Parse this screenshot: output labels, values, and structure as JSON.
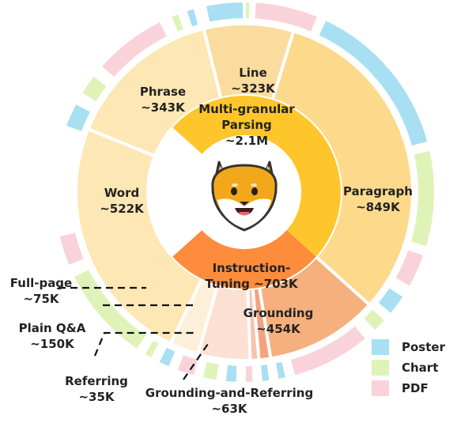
{
  "colors": {
    "poster": "#a8dff2",
    "chart": "#dff3b8",
    "pdf": "#fad3da",
    "core_gold": "#ffc62b",
    "instruction_orange": "#fd8c3c",
    "segment_light": "#fde7b4",
    "segment_mid": "#fadc9e",
    "segment_deep": "#fdd98c",
    "grounding": "#f5b07e",
    "fullpage": "#fdf0d8",
    "plainqa": "#fce0d4",
    "referring": "#f9c3ad",
    "gar": "#f3a27d"
  },
  "center": {
    "title_line1": "Multi-granular",
    "title_line2": "Parsing",
    "value": "~2.1M",
    "mascot": "shiba-dog-face-icon"
  },
  "instruction": {
    "line1": "Instruction-",
    "line2": "Tuning ~703K"
  },
  "segments": {
    "line": {
      "name": "Line",
      "value": "~323K"
    },
    "paragraph": {
      "name": "Paragraph",
      "value": "~849K"
    },
    "word": {
      "name": "Word",
      "value": "~522K"
    },
    "phrase": {
      "name": "Phrase",
      "value": "~343K"
    },
    "grounding": {
      "name": "Grounding",
      "value": "~454K"
    }
  },
  "callouts": {
    "fullpage": {
      "name": "Full-page",
      "value": "~75K"
    },
    "plainqa": {
      "name": "Plain Q&A",
      "value": "~150K"
    },
    "referring": {
      "name": "Referring",
      "value": "~35K"
    },
    "gar": {
      "name": "Grounding-and-Referring",
      "value": "~63K"
    }
  },
  "legend": [
    {
      "label": "Poster",
      "color": "#a8dff2"
    },
    {
      "label": "Chart",
      "color": "#dff3b8"
    },
    {
      "label": "PDF",
      "color": "#fad3da"
    }
  ]
}
